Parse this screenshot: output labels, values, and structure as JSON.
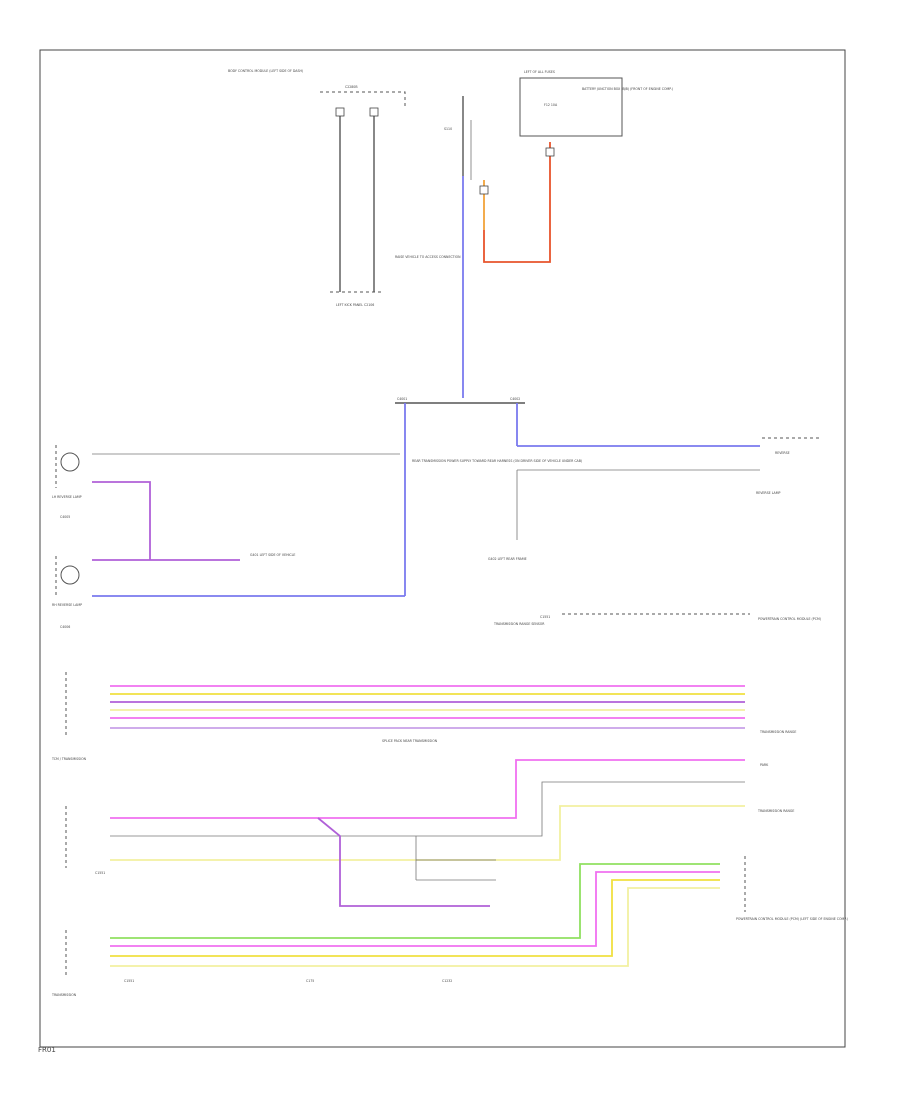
{
  "diagram": {
    "code": "FR01",
    "colors": {
      "blue": "#7a7aee",
      "violet": "#b060d8",
      "red": "#e8542c",
      "orange": "#f2a23a",
      "yellow": "#f0e040",
      "pink": "#f070f0",
      "green": "#90e060",
      "light_yellow": "#f2f0a0",
      "lilac": "#c8a0e8",
      "black": "#555555",
      "gray": "#999999"
    },
    "labels": {
      "top_module": "BODY CONTROL MODULE (LEFT SIDE OF DASH)",
      "top_module_connector": "C2280B",
      "splice_top": "S110",
      "left_kick_connector": "LEFT KICK PANEL C2106",
      "fuse_box_title": "LEFT OF ALL FUSES",
      "fuse_box_text": "BATTERY JUNCTION BOX (BJB) (FRONT OF ENGINE COMP.)",
      "fuse": "F12 10A",
      "wire_mid_label": "RAISE VEHICLE TO ACCESS CONNECTION",
      "main_connector": "C4001",
      "main_connector_right": "C4002",
      "main_block_text": "REAR TRANSMISSION POWER SUPPLY TOWARD REAR HARNESS (ON DRIVER SIDE OF VEHICLE UNDER CAB)",
      "reverse_lamp_right": "REVERSE LAMP",
      "reverse_right": "REVERSE",
      "lh_reverse": "LH REVERSE LAMP",
      "lh_reverse_c": "C4005",
      "rh_reverse": "RH REVERSE LAMP",
      "rh_reverse_c": "C4006",
      "ground_left": "G401 LEFT SIDE OF VEHICLE",
      "ground_center": "G402 LEFT REAR FRAME",
      "tcm_block_text": "SPLICE PACK NEAR TRANSMISSION",
      "ptcm_right": "POWERTRAIN CONTROL MODULE (PCM)",
      "trans_gear": "TRANSMISSION RANGE SENSOR",
      "trans_c": "C1551",
      "tcm_module": "TCM / TRANSMISSION",
      "trans_range": "TRANSMISSION RANGE",
      "trans_range_2": "TRANSMISSION RANGE",
      "park": "PARK",
      "bottom_left_module": "TRANSMISSION",
      "bottom_right_module": "POWERTRAIN CONTROL MODULE (PCM) (LEFT SIDE OF ENGINE COMP.)",
      "bottom_connectors": [
        "C1551",
        "C175",
        "C1232"
      ],
      "block_left_conn": "C1551"
    }
  }
}
